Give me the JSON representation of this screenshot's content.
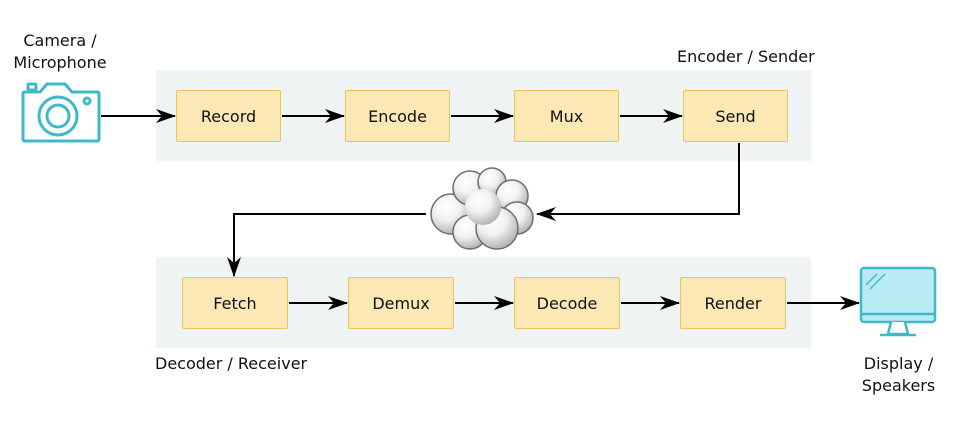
{
  "groups": {
    "encoder_label": "Encoder / Sender",
    "decoder_label": "Decoder / Receiver"
  },
  "devices": {
    "camera_line1": "Camera /",
    "camera_line2": "Microphone",
    "display_line1": "Display /",
    "display_line2": "Speakers"
  },
  "encoder_steps": [
    "Record",
    "Encode",
    "Mux",
    "Send"
  ],
  "decoder_steps": [
    "Fetch",
    "Demux",
    "Decode",
    "Render"
  ],
  "icons": {
    "source": "camera-icon",
    "network": "cloud-icon",
    "sink": "monitor-icon"
  },
  "colors": {
    "panel_bg": "#f0f3f4",
    "box_fill": "#fbe8b4",
    "box_border": "#e8c55a",
    "device_icon": "#3fb9c9",
    "monitor_screen": "#b9ecf2",
    "arrow": "#000000"
  }
}
